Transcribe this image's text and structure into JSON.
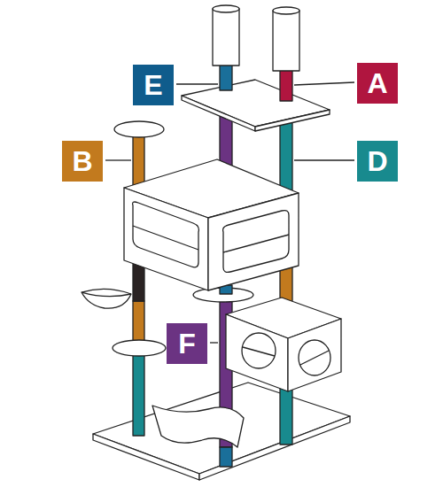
{
  "diagram": {
    "nodes": [
      {
        "text": [
          "E"
        ]
      },
      {
        "text": [
          "A"
        ]
      },
      {
        "text": [
          "B"
        ]
      },
      {
        "text": [
          "D"
        ]
      },
      {
        "text": [
          "F"
        ]
      }
    ]
  }
}
